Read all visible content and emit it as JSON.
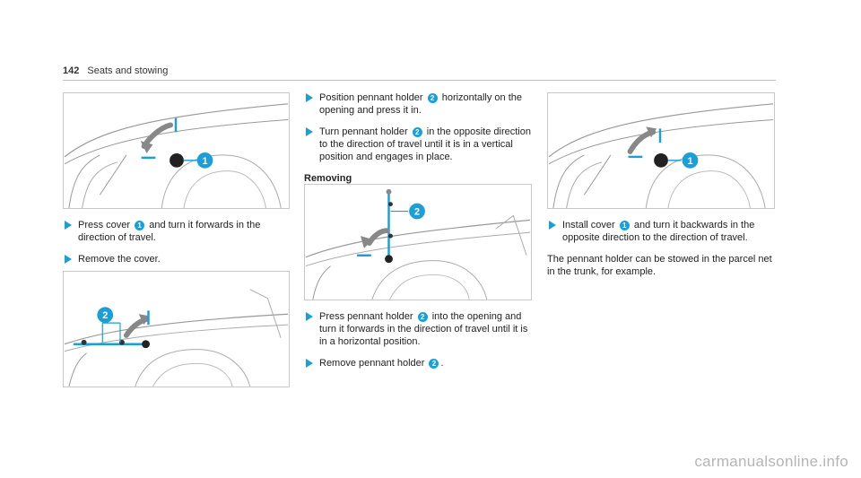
{
  "header": {
    "page_number": "142",
    "section": "Seats and stowing"
  },
  "icons": {
    "step_bullet": "blue-triangle-arrow-icon",
    "callout": "blue-numbered-circle-icon"
  },
  "colors": {
    "accent": "#1a9fd9"
  },
  "callouts": {
    "one": "1",
    "two": "2"
  },
  "col1": {
    "steps": [
      {
        "before": "Press cover",
        "badge": "1",
        "after": "and turn it forwards in the direction of travel."
      },
      {
        "text": "Remove the cover."
      }
    ]
  },
  "col2": {
    "steps": [
      {
        "before": "Position pennant holder",
        "badge": "2",
        "after": "horizontally on the opening and press it in."
      },
      {
        "before": "Turn pennant holder",
        "badge": "2",
        "after": "in the opposite direction to the direction of travel until it is in a vertical position and engages in place."
      }
    ],
    "subheading": "Removing",
    "steps2": [
      {
        "before": "Press pennant holder",
        "badge": "2",
        "after": "into the opening and turn it forwards in the direction of travel until it is in a horizontal position."
      },
      {
        "before": "Remove pennant holder",
        "badge": "2",
        "after": "."
      }
    ]
  },
  "col3": {
    "steps": [
      {
        "before": "Install cover",
        "badge": "1",
        "after": "and turn it backwards in the opposite direction to the direction of travel."
      }
    ],
    "paragraph": "The pennant holder can be stowed in the parcel net in the trunk, for example."
  },
  "watermark": "carmanualsonline.info"
}
